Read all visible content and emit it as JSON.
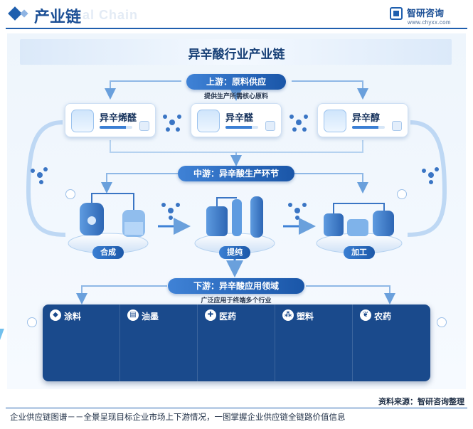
{
  "header": {
    "title": "产业链",
    "ghost_text": "ial Chain",
    "brand_name": "智研咨询",
    "brand_url": "www.chyxx.com"
  },
  "diagram": {
    "title": "异辛酸行业产业链",
    "upstream": {
      "label": "上游：原料供应",
      "note": "提供生产所需核心原料",
      "materials": [
        {
          "name": "异辛烯醛",
          "level": 0.8
        },
        {
          "name": "异辛醛",
          "level": 0.8
        },
        {
          "name": "异辛醇",
          "level": 0.8
        }
      ]
    },
    "midstream": {
      "label": "中游：异辛酸生产环节",
      "steps": [
        "合成",
        "提纯",
        "加工"
      ]
    },
    "downstream": {
      "label": "下游：异辛酸应用领域",
      "note": "广泛应用于终端多个行业",
      "applications": [
        "涂料",
        "油墨",
        "医药",
        "塑料",
        "农药"
      ]
    }
  },
  "footer": {
    "source": "资料来源：智研咨询整理",
    "caption": "企业供应链图谱－－全景呈现目标企业市场上下游情况，一图掌握企业供应链全链路价值信息"
  },
  "colors": {
    "primary": "#1f5fae",
    "accent": "#3b7fd4",
    "dark": "#1a4a8c"
  }
}
